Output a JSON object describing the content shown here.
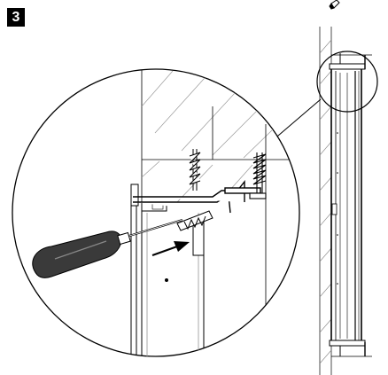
{
  "step": {
    "number": "3"
  },
  "icons": {
    "step_badge": "step-number-badge",
    "screwdriver": "screwdriver-icon",
    "screw": "screw-icon",
    "wall_plug": "wall-plug-icon",
    "arrow": "direction-arrow-icon",
    "magnifier": "detail-magnifier-circle",
    "pencil": "pencil-icon"
  },
  "colors": {
    "ink": "#000000",
    "paper": "#ffffff",
    "handle": "#3a3a3a",
    "shade": "#d9d9d9"
  }
}
